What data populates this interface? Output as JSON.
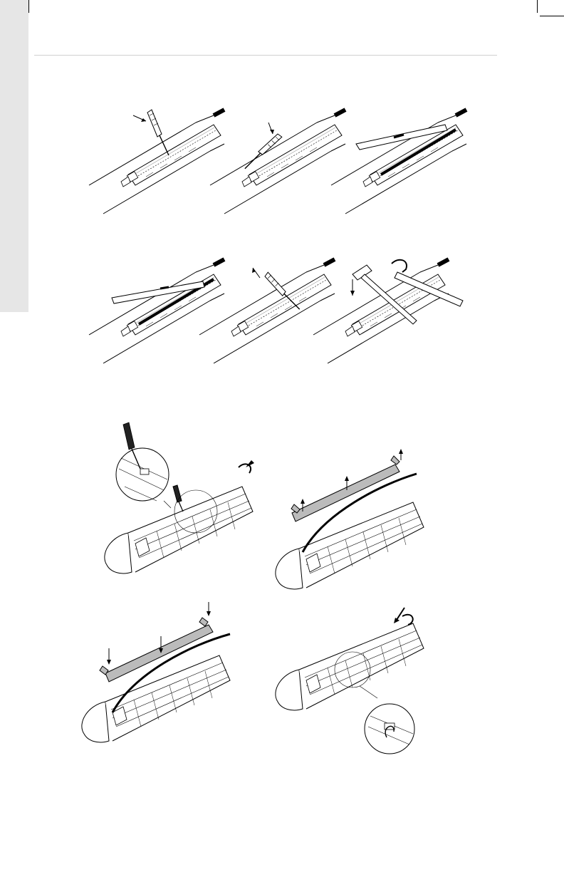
{
  "page": {
    "side_tab_color": "#e6e6e6",
    "rule_color": "#cfcfcf"
  },
  "figures": [
    {
      "id": "cable-guard-step-1",
      "icons": [
        "screwdriver-icon",
        "arrow-icon"
      ]
    },
    {
      "id": "cable-guard-step-2",
      "icons": [
        "screwdriver-icon",
        "arrow-icon"
      ]
    },
    {
      "id": "cable-guard-step-3",
      "icons": [
        "guard-strip-icon",
        "arrow-icon"
      ]
    },
    {
      "id": "cable-guard-step-4",
      "icons": [
        "guard-strip-icon",
        "arrow-icon"
      ]
    },
    {
      "id": "cable-guard-step-5",
      "icons": [
        "screwdriver-icon",
        "arrow-icon"
      ]
    },
    {
      "id": "cable-guard-step-6",
      "icons": [
        "hammer-icon",
        "pipe-wrench-icon",
        "arrow-icon"
      ]
    },
    {
      "id": "pump-cable-guard-removal",
      "icons": [
        "screwdriver-icon",
        "detail-magnifier-icon",
        "rotate-arrow-icon"
      ]
    },
    {
      "id": "pump-cable-guard-lift",
      "icons": [
        "guard-strip-icon",
        "up-arrow-icon"
      ]
    },
    {
      "id": "pump-cable-guard-fit",
      "icons": [
        "guard-strip-icon",
        "down-arrow-icon"
      ]
    },
    {
      "id": "pump-cable-guard-lock",
      "icons": [
        "detail-magnifier-icon",
        "rotate-arrow-icon"
      ]
    }
  ]
}
